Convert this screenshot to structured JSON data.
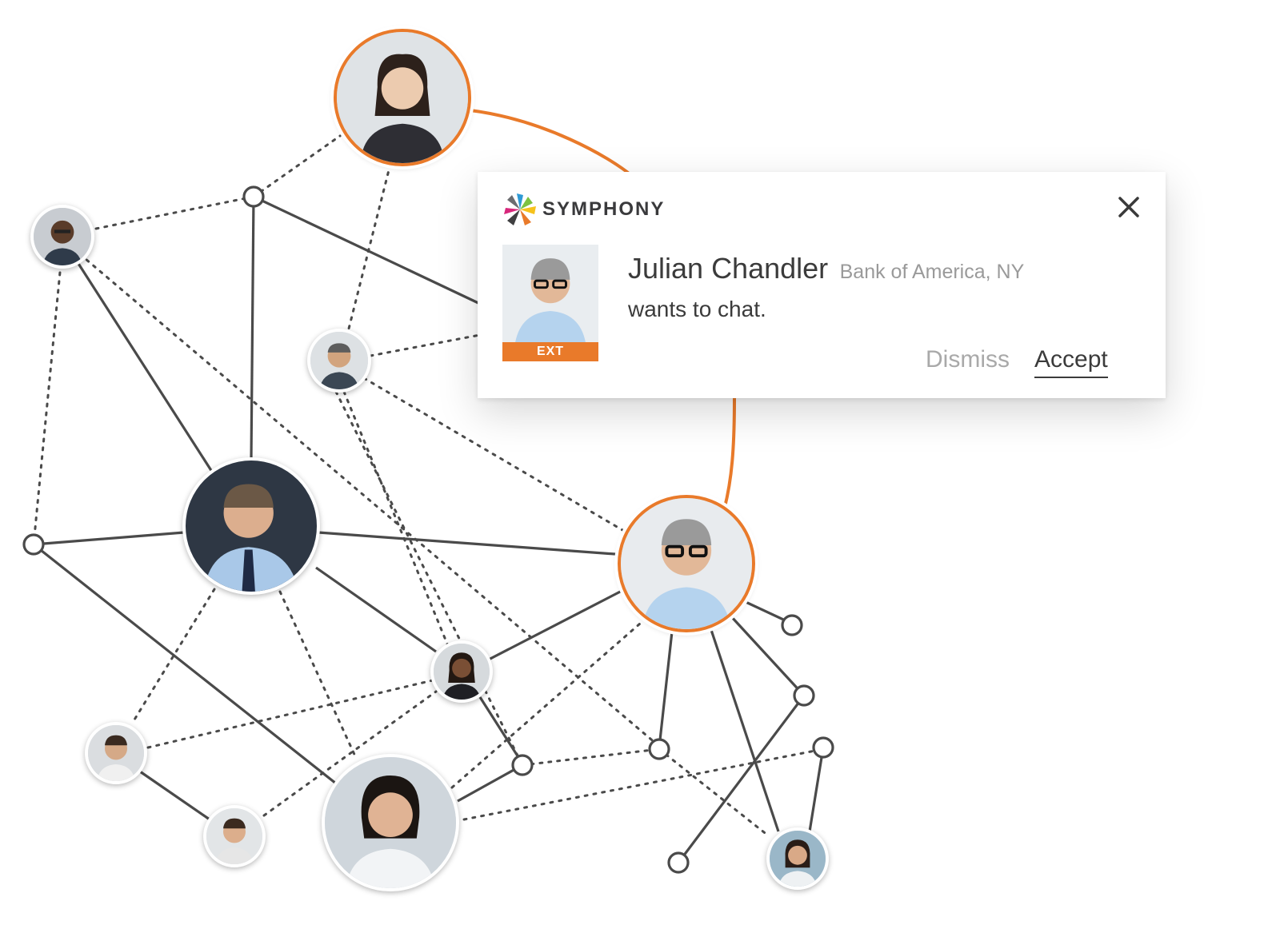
{
  "colors": {
    "accent": "#e97a2a",
    "line": "#4a4a4a",
    "ext_badge": "#e97a2a"
  },
  "notification": {
    "brand": {
      "logo_icon": "symphony-logo-icon",
      "name": "SYMPHONY"
    },
    "close_icon": "close-icon",
    "contact": {
      "name": "Julian Chandler",
      "organization": "Bank of America, NY",
      "badge": "EXT"
    },
    "message": "wants to chat.",
    "actions": {
      "dismiss": "Dismiss",
      "accept": "Accept"
    }
  }
}
